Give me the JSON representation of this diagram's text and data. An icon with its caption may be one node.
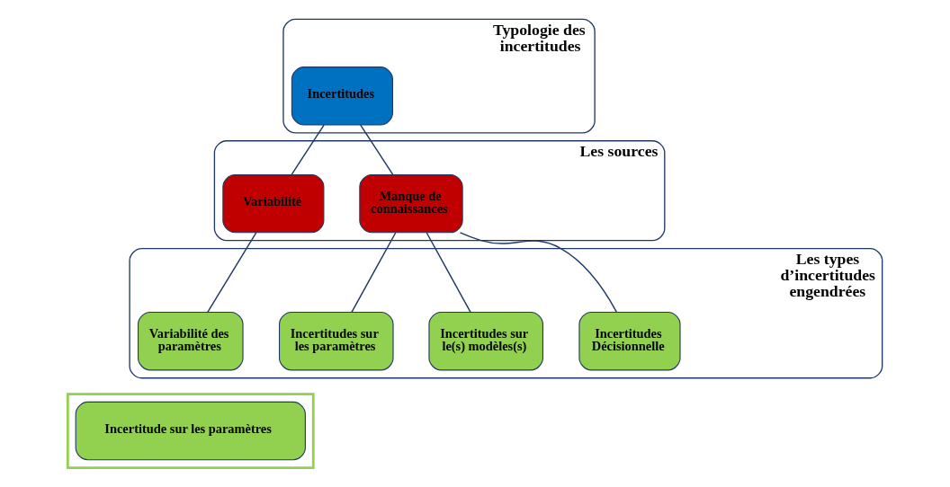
{
  "diagram": {
    "nodes": [
      {
        "text": [
          "Typologie des incertitudes"
        ]
      },
      {
        "text": [
          "Incertitudes"
        ],
        "in": 0
      },
      {
        "text": [
          "Les sources"
        ]
      },
      {
        "text": [
          "Variabilité"
        ],
        "in": 2
      },
      {
        "text": [
          "Manque de connaissances"
        ],
        "in": 2
      },
      {
        "text": [
          "Les types d’incertitudes engendrées"
        ]
      },
      {
        "text": [
          "Variabilité des paramètres"
        ],
        "in": 5
      },
      {
        "text": [
          "Incertitudes sur les paramètres"
        ],
        "in": 5
      },
      {
        "text": [
          "Incertitudes sur le(s) modèles(s)"
        ],
        "in": 5
      },
      {
        "text": [
          "Incertitudes Décisionnelle"
        ],
        "in": 5
      },
      {
        "text": [],
        "shape": "box"
      },
      {
        "text": [
          "Incertitude sur les paramètres"
        ],
        "in": 10
      }
    ],
    "edges": [
      {
        "from": 1,
        "to": 3,
        "arrow": "none"
      },
      {
        "from": 1,
        "to": 4,
        "arrow": "none"
      },
      {
        "from": 3,
        "to": 6,
        "arrow": "none"
      },
      {
        "from": 4,
        "to": 7,
        "arrow": "none"
      },
      {
        "from": 4,
        "to": 8,
        "arrow": "none"
      },
      {
        "from": 4,
        "to": 9,
        "arrow": "none"
      }
    ]
  }
}
